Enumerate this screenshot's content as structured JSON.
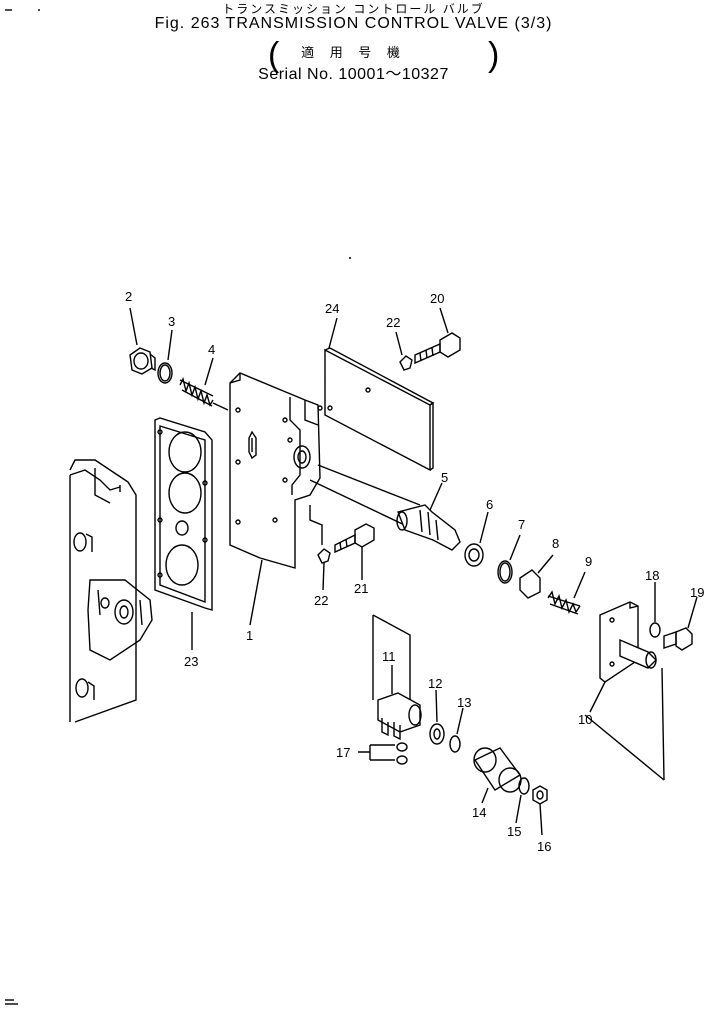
{
  "header": {
    "japanese_title": "トランスミッション コントロール バルブ",
    "figure_title": "Fig. 263   TRANSMISSION CONTROL VALVE  (3/3)",
    "applicability": "適 用 号 機",
    "serial": "Serial No. 10001～10327"
  },
  "callouts": {
    "n1": "1",
    "n2": "2",
    "n3": "3",
    "n4": "4",
    "n5": "5",
    "n6": "6",
    "n7": "7",
    "n8": "8",
    "n9": "9",
    "n10": "10",
    "n11": "11",
    "n12": "12",
    "n13": "13",
    "n14": "14",
    "n15": "15",
    "n16": "16",
    "n17": "17",
    "n18": "18",
    "n19": "19",
    "n20": "20",
    "n21": "21",
    "n22a": "22",
    "n22b": "22",
    "n23": "23",
    "n24": "24"
  }
}
